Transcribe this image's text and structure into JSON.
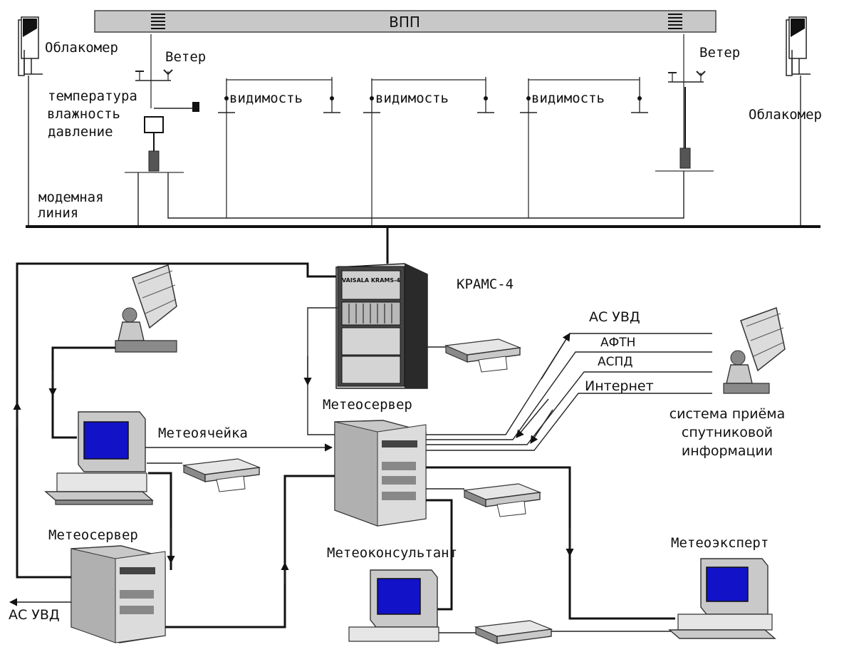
{
  "runway": {
    "label": "ВПП",
    "color": "#c8c8c8"
  },
  "sensors": {
    "ceilometer_left": "Облакомер",
    "ceilometer_right": "Облакомер",
    "wind_left": "Ветер",
    "wind_right": "Ветер",
    "temperature": "температура",
    "humidity": "влажность",
    "pressure": "давление",
    "visibility_1": "видимость",
    "visibility_2": "видимость",
    "visibility_3": "видимость"
  },
  "modem_line": {
    "line1": "модемная",
    "line2": "линия"
  },
  "systems": {
    "krams": "КРАМС-4",
    "krams_badge": "VAISALA KRAMS-4",
    "meteoserver_main": "Метеосервер",
    "meteocell": "Метеоячейка",
    "meteoserver_left": "Метеосервер",
    "meteoconsultant": "Метеоконсультант",
    "meteoexpert": "Метеоэксперт",
    "as_uvd_bottom": "АС УВД"
  },
  "external_links": [
    "АС УВД",
    "АФТН",
    "АСПД",
    "Интернет"
  ],
  "satellite_system": {
    "line1": "система приёма",
    "line2": "спутниковой",
    "line3": "информации"
  },
  "colors": {
    "screen": "#1212c8",
    "wire": "#222222"
  }
}
